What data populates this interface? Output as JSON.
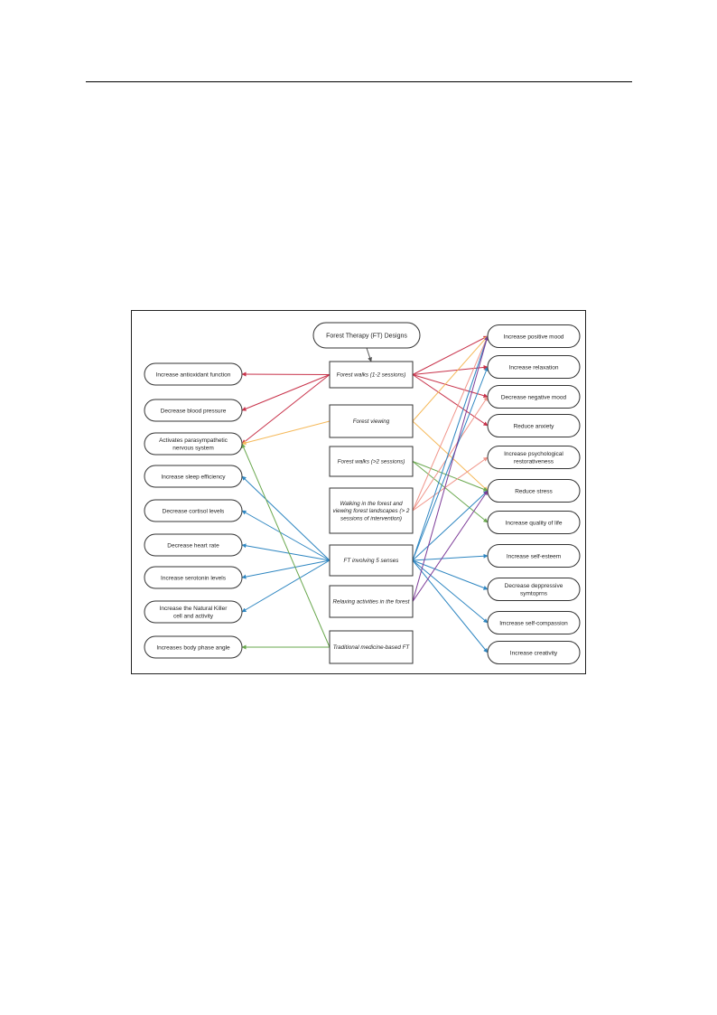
{
  "diagram": {
    "root": "Forest Therapy (FT) Designs",
    "designs": [
      {
        "id": "d0",
        "lines": [
          "Forest walks (1-2 sessions)"
        ]
      },
      {
        "id": "d1",
        "lines": [
          "Forest viewing"
        ]
      },
      {
        "id": "d2",
        "lines": [
          "Forest walks (>2 sessions)"
        ]
      },
      {
        "id": "d3",
        "lines": [
          "Walking in the forest and",
          "viewing forest landscapes (> 2",
          "sessions of intervention)"
        ]
      },
      {
        "id": "d4",
        "lines": [
          "FT involving 5 senses"
        ]
      },
      {
        "id": "d5",
        "lines": [
          "Relaxing activities in the forest"
        ]
      },
      {
        "id": "d6",
        "lines": [
          "Traditional medicine-based FT"
        ]
      }
    ],
    "physiological_outcomes": [
      {
        "id": "l0",
        "lines": [
          "Increase antioxidant function"
        ]
      },
      {
        "id": "l1",
        "lines": [
          "Decrease blood pressure"
        ]
      },
      {
        "id": "l2",
        "lines": [
          "Activates parasympathetic",
          "nervous system"
        ]
      },
      {
        "id": "l3",
        "lines": [
          "Increase sleep efficiency"
        ]
      },
      {
        "id": "l4",
        "lines": [
          "Decrease cortisol levels"
        ]
      },
      {
        "id": "l5",
        "lines": [
          "Decrease heart rate"
        ]
      },
      {
        "id": "l6",
        "lines": [
          "Increase serotonin levels"
        ]
      },
      {
        "id": "l7",
        "lines": [
          "Increase the Natural Killer",
          "cell and activity"
        ]
      },
      {
        "id": "l8",
        "lines": [
          "Increases body phase angle"
        ]
      }
    ],
    "psychological_outcomes": [
      {
        "id": "r0",
        "lines": [
          "Increase positive mood"
        ]
      },
      {
        "id": "r1",
        "lines": [
          "Increase relaxation"
        ]
      },
      {
        "id": "r2",
        "lines": [
          "Decrease negative mood"
        ]
      },
      {
        "id": "r3",
        "lines": [
          "Reduce anxiety"
        ]
      },
      {
        "id": "r4",
        "lines": [
          "Increase psychological",
          "restorativeness"
        ]
      },
      {
        "id": "r5",
        "lines": [
          "Reduce stress"
        ]
      },
      {
        "id": "r6",
        "lines": [
          "Increase quality of life"
        ]
      },
      {
        "id": "r7",
        "lines": [
          "Increase self-esteem"
        ]
      },
      {
        "id": "r8",
        "lines": [
          "Decrease deppressive",
          "symtoprns"
        ]
      },
      {
        "id": "r9",
        "lines": [
          "Imcrease self-compassion"
        ]
      },
      {
        "id": "r10",
        "lines": [
          "Increase creativity"
        ]
      }
    ],
    "colors": {
      "d0": "#c8324a",
      "d1": "#f5b95a",
      "d2": "#6aa84f",
      "d3": "#f0958a",
      "d4": "#2e86c1",
      "d5": "#7d3c98",
      "d6": "#6aa84f",
      "root": "#555555"
    },
    "edges": [
      {
        "from": "root",
        "to": "d0"
      },
      {
        "from": "d0",
        "to": "l0"
      },
      {
        "from": "d0",
        "to": "l1"
      },
      {
        "from": "d0",
        "to": "l2"
      },
      {
        "from": "d0",
        "to": "r0"
      },
      {
        "from": "d0",
        "to": "r1"
      },
      {
        "from": "d0",
        "to": "r2"
      },
      {
        "from": "d0",
        "to": "r3"
      },
      {
        "from": "d1",
        "to": "l2"
      },
      {
        "from": "d1",
        "to": "r0"
      },
      {
        "from": "d1",
        "to": "r5"
      },
      {
        "from": "d2",
        "to": "r5"
      },
      {
        "from": "d2",
        "to": "r6"
      },
      {
        "from": "d3",
        "to": "r0"
      },
      {
        "from": "d3",
        "to": "r2"
      },
      {
        "from": "d3",
        "to": "r4"
      },
      {
        "from": "d4",
        "to": "l3"
      },
      {
        "from": "d4",
        "to": "l4"
      },
      {
        "from": "d4",
        "to": "l5"
      },
      {
        "from": "d4",
        "to": "l6"
      },
      {
        "from": "d4",
        "to": "l7"
      },
      {
        "from": "d4",
        "to": "r0"
      },
      {
        "from": "d4",
        "to": "r1"
      },
      {
        "from": "d4",
        "to": "r5"
      },
      {
        "from": "d4",
        "to": "r7"
      },
      {
        "from": "d4",
        "to": "r8"
      },
      {
        "from": "d4",
        "to": "r9"
      },
      {
        "from": "d4",
        "to": "r10"
      },
      {
        "from": "d5",
        "to": "r0"
      },
      {
        "from": "d5",
        "to": "r5"
      },
      {
        "from": "d6",
        "to": "l2"
      },
      {
        "from": "d6",
        "to": "l8"
      }
    ]
  }
}
